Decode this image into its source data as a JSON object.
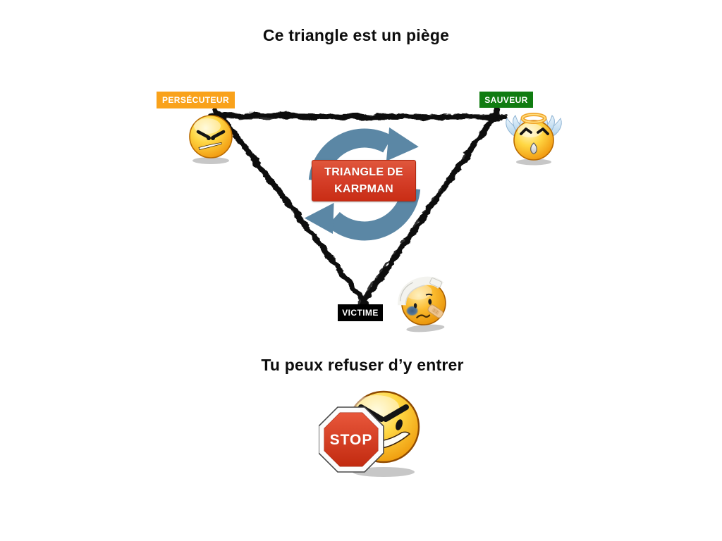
{
  "slide": {
    "title": "Ce triangle est un piège",
    "subtitle": "Tu peux refuser d’y entrer"
  },
  "karpman": {
    "center_line1": "TRIANGLE DE",
    "center_line2": "KARPMAN",
    "roles": {
      "persecutor": {
        "label": "PERSÉCUTEUR",
        "color": "#F9A21B"
      },
      "saviour": {
        "label": "SAUVEUR",
        "color": "#107C11"
      },
      "victim": {
        "label": "VICTIME",
        "color": "#000000"
      }
    }
  },
  "stop_sign": {
    "text": "STOP"
  },
  "colors": {
    "cycle_arrows": "#5B87A5",
    "center_box_top": "#E0573C",
    "center_box_bottom": "#C92D15",
    "triangle_stroke": "#0a0a0a",
    "emoji_face": "#F9A81B"
  }
}
